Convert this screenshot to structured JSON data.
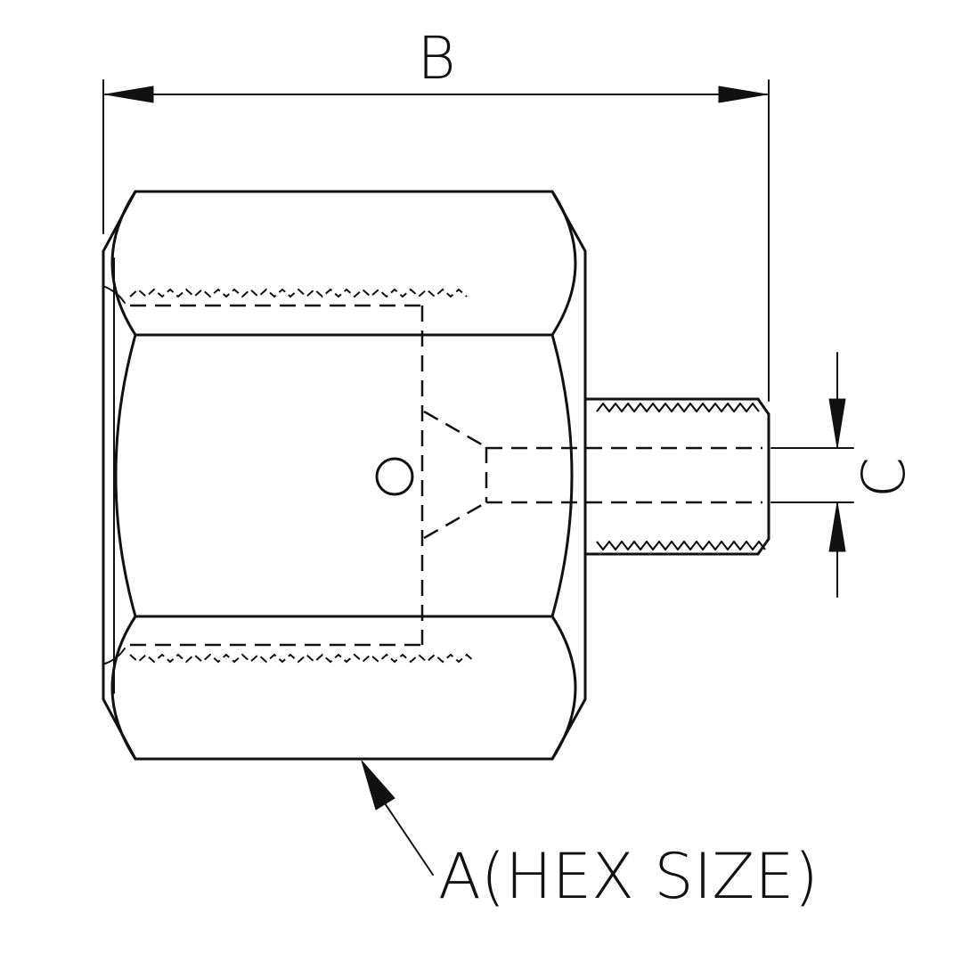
{
  "labels": {
    "dim_b": "B",
    "dim_c": "C",
    "dim_a": "A(HEX SIZE)"
  },
  "colors": {
    "line": "#111111",
    "background": "#ffffff"
  }
}
